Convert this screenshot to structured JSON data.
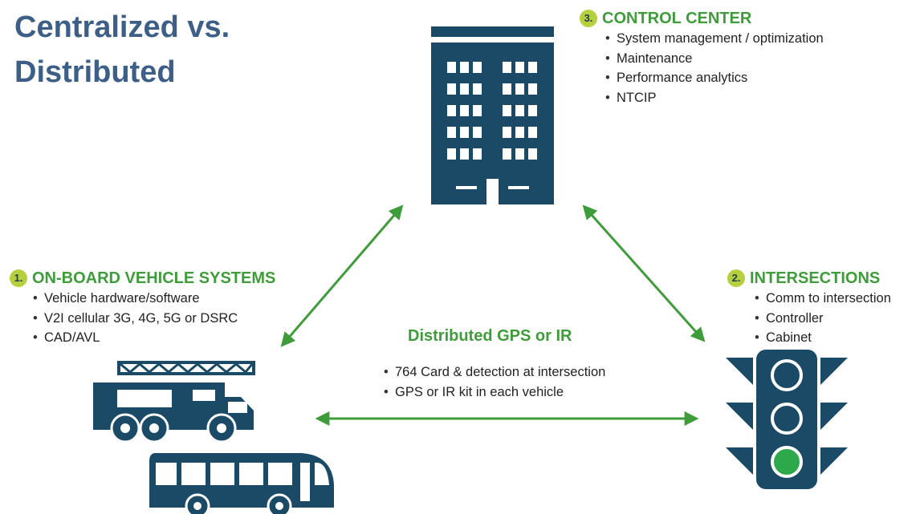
{
  "title": {
    "line1": "Centralized vs.",
    "line2": "Distributed"
  },
  "control_center": {
    "number": "3.",
    "heading": "CONTROL CENTER",
    "items": [
      "System management / optimization",
      "Maintenance",
      "Performance analytics",
      "NTCIP"
    ]
  },
  "vehicle_systems": {
    "number": "1.",
    "heading": "ON-BOARD VEHICLE SYSTEMS",
    "items": [
      "Vehicle hardware/software",
      "V2I cellular 3G, 4G, 5G or DSRC",
      "CAD/AVL"
    ]
  },
  "intersections": {
    "number": "2.",
    "heading": "INTERSECTIONS",
    "items": [
      "Comm to intersection",
      "Controller",
      "Cabinet"
    ]
  },
  "distributed": {
    "heading": "Distributed GPS or IR",
    "items": [
      "764 Card & detection at intersection",
      "GPS or IR kit in each vehicle"
    ]
  },
  "icons": {
    "building": "office-building-icon",
    "fire_truck": "fire-truck-icon",
    "bus": "bus-icon",
    "traffic_light": "traffic-light-icon"
  },
  "colors": {
    "title": "#3d5f87",
    "icon_navy": "#1a4a66",
    "heading_green": "#3f9c3a",
    "arrow_green": "#3f9c3a",
    "badge_yellow_green": "#b5cf3d",
    "green_light": "#2da84a"
  }
}
